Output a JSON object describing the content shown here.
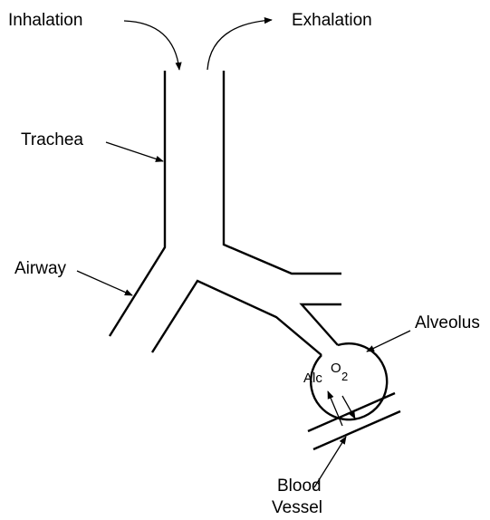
{
  "labels": {
    "inhalation": "Inhalation",
    "exhalation": "Exhalation",
    "trachea": "Trachea",
    "airway": "Airway",
    "alveolus": "Alveolus",
    "blood_vessel_line1": "Blood",
    "blood_vessel_line2": "Vessel",
    "alc": "Alc",
    "oxygen_symbol": "O",
    "oxygen_subscript": "2"
  }
}
